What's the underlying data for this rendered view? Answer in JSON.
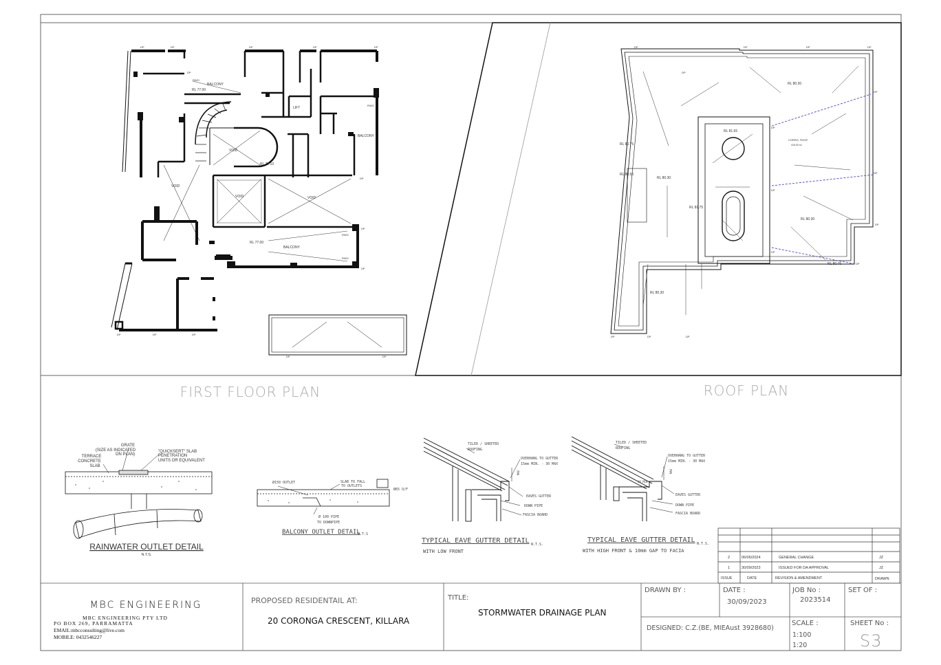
{
  "plans": {
    "first_floor": {
      "title": "FIRST FLOOR PLAN",
      "labels": {
        "balcony1": "BALCONY",
        "balcony2": "BALCONY",
        "balcony3": "BALCONY",
        "lift": "LIFT",
        "void1": "VOID",
        "void2": "VOID",
        "void3": "VOID",
        "void4": "VOID",
        "rl1": "RL 77.00",
        "rl2": "RL 77.10",
        "rl3": "RL 77.00",
        "rwo": "RWO",
        "dp": "DP"
      }
    },
    "roof": {
      "title": "ROOF PLAN",
      "labels": {
        "rl_8030a": "RL 80.30",
        "rl_8165": "RL 81.65",
        "rl_8075": "RL 80.75",
        "rl_8055": "RL 80.55",
        "rl_8030b": "RL 80.30",
        "rl_8175": "RL 81.75",
        "rl_8030c": "RL 80.30",
        "rl_8045": "RL 80.45",
        "rl_8030d": "RL 80.30",
        "corrug": "CORRG. ROOF",
        "corrug_area": "415.00 m²",
        "dp": "DP"
      }
    }
  },
  "details": {
    "rainwater": {
      "title": "RAINWATER OUTLET DETAIL",
      "nts": "N.T.S.",
      "grate": "GRATE",
      "grate_sub1": "(SIZE AS INDICATED",
      "grate_sub2": "ON PLAN)",
      "quick1": "\"QUICKSERT\" SLAB",
      "quick2": "PENETRATION",
      "quick3": "UNITS OR EQUIVALENT",
      "terr1": "TERRACE",
      "terr2": "CONCRETE",
      "terr3": "SLAB"
    },
    "balcony": {
      "title": "BALCONY OUTLET DETAIL",
      "nts": "N.T.S",
      "outlet": "Ø150 OUTLET",
      "slab1": "SLAB TO FALL",
      "slab2": "TO OUTLETS",
      "pipe1": "Ø 100 PIPE",
      "pipe2": "TO DOWNPIPE",
      "of": "Ø65 O/F"
    },
    "eave1": {
      "title": "TYPICAL EAVE GUTTER DETAIL",
      "nts": "N.T.S.",
      "sub": "WITH LOW FRONT",
      "tiled1": "TILED / SHEETED",
      "tiled2": "ROOFING",
      "over1": "OVERHANG TO GUTTER",
      "over2": "15mm MIN. - 30 MAX",
      "eaves": "EAVES GUTTER",
      "down": "DOWN PIPE",
      "fascia": "FASCIA BOARD",
      "max": "MAX"
    },
    "eave2": {
      "title": "TYPICAL EAVE GUTTER DETAIL",
      "nts": "N.T.S.",
      "sub": "WITH HIGH FRONT & 10mm GAP TO FACIA",
      "tiled1": "TILED / SHEETED",
      "tiled2": "ROOFING",
      "over1": "OVERHANG TO GUTTER",
      "over2": "15mm MIN. - 30 MAX",
      "eaves": "EAVES GUTTER",
      "down": "DOWN PIPE",
      "fascia": "FASCIA BOARD",
      "max": "MAX",
      "min": "10 MIN"
    }
  },
  "revisions": {
    "headers": [
      "ISSUE",
      "DATE",
      "REVISION & AMENDMENT",
      "DRAWN"
    ],
    "rows": [
      [
        "2",
        "06/06/2024",
        "GENERAL CHANGE",
        "JZ"
      ],
      [
        "1",
        "30/09/2023",
        "ISSUED FOR DA APPROVAL",
        "JZ"
      ]
    ]
  },
  "title_block": {
    "company": "MBC ENGINEERING",
    "company_sub": "MBC ENGINEERING PTY LTD",
    "po_box": "PO BOX 269, PARRAMATTA",
    "email": "EMAIL:mbcconsulting@live.com",
    "mobile": "MOBILE:  0432546227",
    "proposed_label": "PROPOSED RESIDENTAIL AT:",
    "address": "20 CORONGA CRESCENT, KILLARA",
    "title_label": "TITLE:",
    "title": "STORMWATER DRAINAGE PLAN",
    "drawn_by_label": "DRAWN BY :",
    "date_label": "DATE :",
    "date": "30/09/2023",
    "job_label": "JOB No :",
    "job": "2023514",
    "set_label": "SET OF :",
    "designed": "DESIGNED: C.Z.(BE, MIEAust 3928680)",
    "scale_label": "SCALE :",
    "scale1": "1:100",
    "scale2": "1:20",
    "sheet_label": "SHEET No :",
    "sheet": "S3"
  }
}
